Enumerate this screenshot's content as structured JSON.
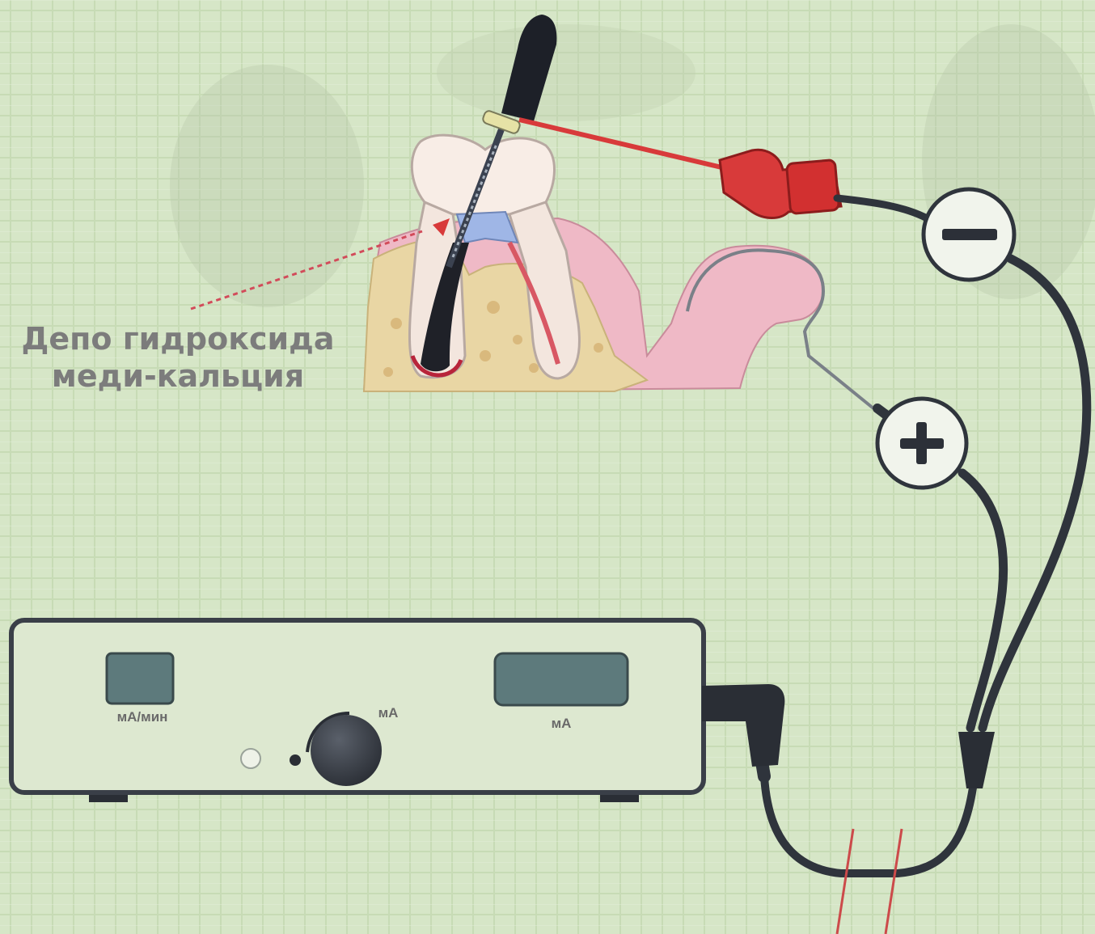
{
  "diagram": {
    "depot_label": {
      "line1": "Депо гидроксида",
      "line2": "меди-кальция"
    },
    "polarity": {
      "negative": "−",
      "positive": "+"
    },
    "device": {
      "display_left_label": "мА/мин",
      "knob_label": "мА",
      "display_right_label": "мА"
    },
    "colors": {
      "background": "#d6e6c7",
      "cable": "#2f343c",
      "electrode_red": "#d83a3a",
      "tooth": "#f3e6de",
      "bone": "#e9d6a4",
      "gum": "#efb9c6",
      "display": "#5d7a7c"
    }
  }
}
